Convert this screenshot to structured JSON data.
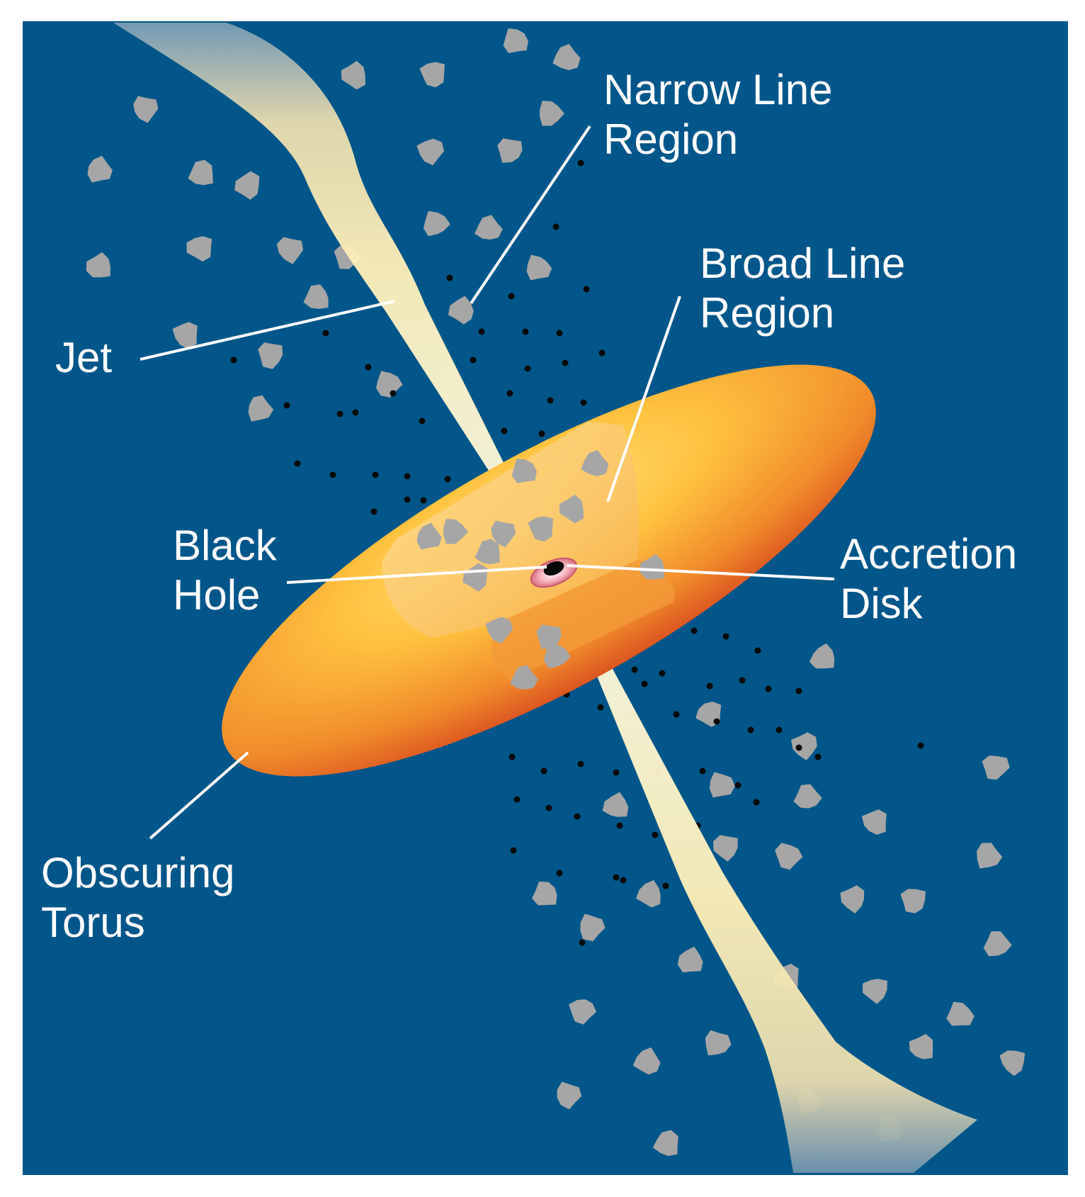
{
  "colors": {
    "background": "#025689",
    "frame": "#ffffff",
    "cloud": "#a6a6a6",
    "dot": "#0a0a0a",
    "jet": "#fff4c4",
    "torus_light": "#ffd25a",
    "torus_dark": "#d9401e",
    "label": "#ffffff"
  },
  "labels": {
    "narrow_line_region": [
      "Narrow Line",
      "Region"
    ],
    "broad_line_region": [
      "Broad Line",
      "Region"
    ],
    "jet": [
      "Jet"
    ],
    "black_hole": [
      "Black",
      "Hole"
    ],
    "accretion_disk": [
      "Accretion",
      "Disk"
    ],
    "obscuring_torus": [
      "Obscuring",
      "Torus"
    ]
  }
}
